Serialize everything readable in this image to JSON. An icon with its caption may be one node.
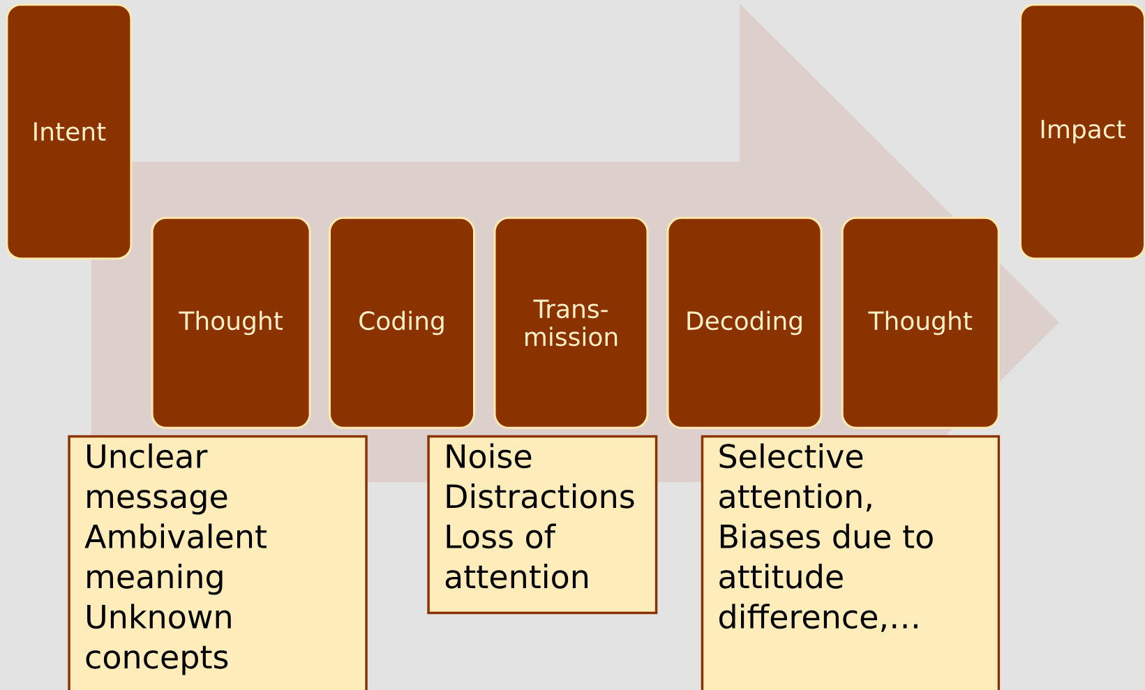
{
  "diagram": {
    "nodes": [
      {
        "text": [
          "Intent"
        ]
      },
      {
        "text": [
          "Thought"
        ]
      },
      {
        "text": [
          "Coding"
        ]
      },
      {
        "text": [
          "Trans- mission"
        ]
      },
      {
        "text": [
          "Decoding"
        ]
      },
      {
        "text": [
          "Thought"
        ]
      },
      {
        "text": [
          "Impact"
        ]
      },
      {
        "text": [
          "Unclear message",
          "Ambivalent meaning",
          "Unknown concepts"
        ]
      },
      {
        "text": [
          "Noise",
          "Distractions",
          "Loss of attention"
        ]
      },
      {
        "text": [
          "Selective attention,",
          "Biases due to attitude difference,…"
        ]
      }
    ]
  }
}
